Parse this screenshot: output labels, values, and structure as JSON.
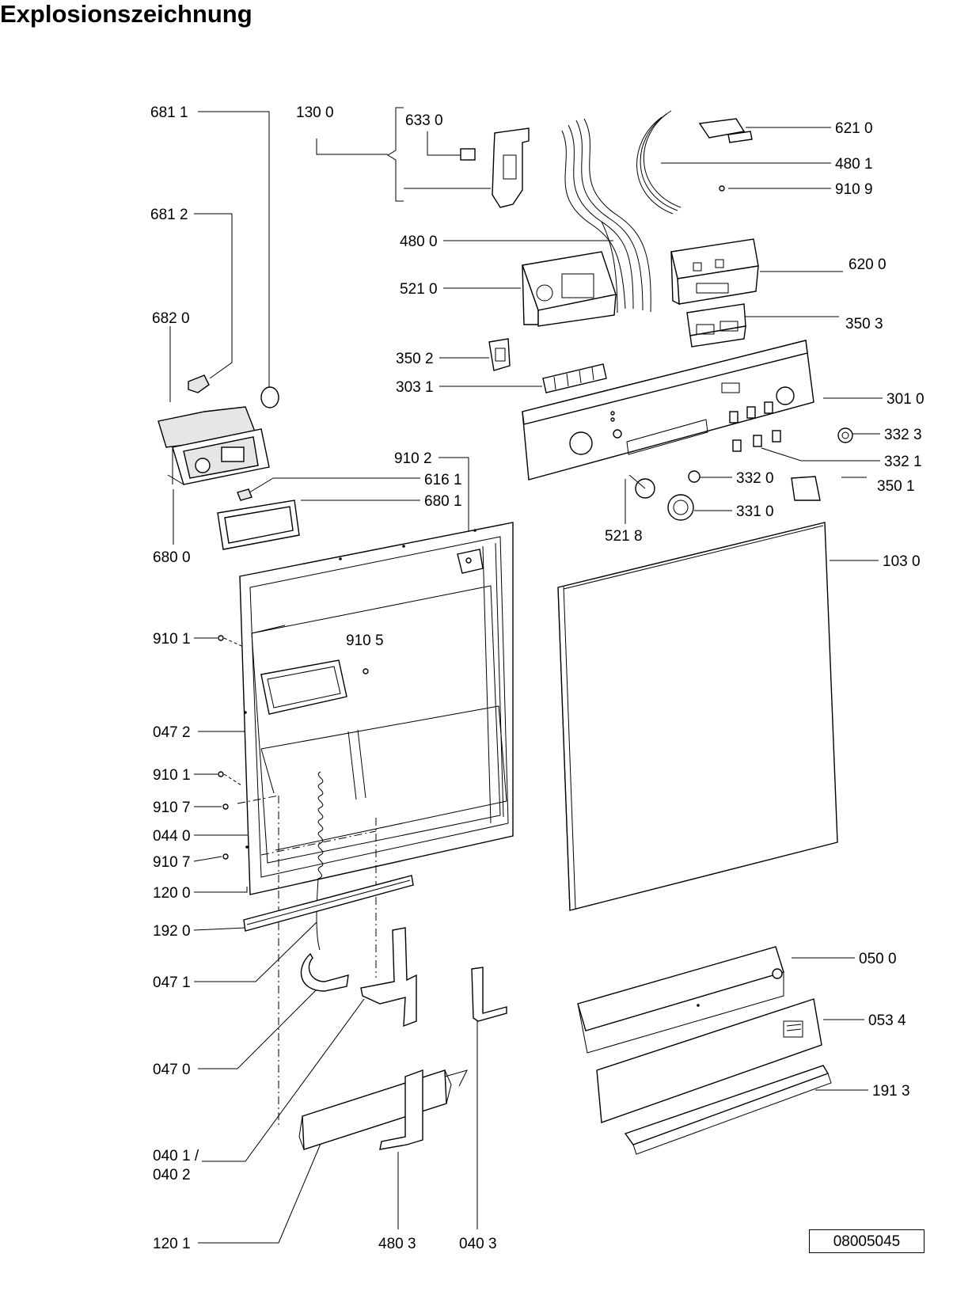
{
  "title": "Explosionszeichnung",
  "document_number": "08005045",
  "callouts": [
    {
      "id": "c6811",
      "text": "681 1"
    },
    {
      "id": "c1300",
      "text": "130 0"
    },
    {
      "id": "c6330",
      "text": "633 0"
    },
    {
      "id": "c6212",
      "text": "681 2"
    },
    {
      "id": "c6820",
      "text": "682 0"
    },
    {
      "id": "c4800",
      "text": "480 0"
    },
    {
      "id": "c5210",
      "text": "521 0"
    },
    {
      "id": "c3502",
      "text": "350 2"
    },
    {
      "id": "c3031",
      "text": "303 1"
    },
    {
      "id": "c9102",
      "text": "910 2"
    },
    {
      "id": "c6161",
      "text": "616 1"
    },
    {
      "id": "c6801",
      "text": "680 1"
    },
    {
      "id": "c6800",
      "text": "680 0"
    },
    {
      "id": "c6210",
      "text": "621 0"
    },
    {
      "id": "c4801",
      "text": "480 1"
    },
    {
      "id": "c9109",
      "text": "910 9"
    },
    {
      "id": "c6200",
      "text": "620 0"
    },
    {
      "id": "c3503",
      "text": "350 3"
    },
    {
      "id": "c3010",
      "text": "301 0"
    },
    {
      "id": "c3323",
      "text": "332 3"
    },
    {
      "id": "c3321",
      "text": "332 1"
    },
    {
      "id": "c3320",
      "text": "332 0"
    },
    {
      "id": "c3501",
      "text": "350 1"
    },
    {
      "id": "c3310",
      "text": "331 0"
    },
    {
      "id": "c5218",
      "text": "521 8"
    },
    {
      "id": "c1030",
      "text": "103 0"
    },
    {
      "id": "c9101a",
      "text": "910 1"
    },
    {
      "id": "c9105",
      "text": "910 5"
    },
    {
      "id": "c0472",
      "text": "047 2"
    },
    {
      "id": "c9101b",
      "text": "910 1"
    },
    {
      "id": "c9107a",
      "text": "910 7"
    },
    {
      "id": "c0440",
      "text": "044 0"
    },
    {
      "id": "c9107b",
      "text": "910 7"
    },
    {
      "id": "c1200",
      "text": "120 0"
    },
    {
      "id": "c1920",
      "text": "192 0"
    },
    {
      "id": "c0471",
      "text": "047 1"
    },
    {
      "id": "c0470",
      "text": "047 0"
    },
    {
      "id": "c0401",
      "text": "040 1 /"
    },
    {
      "id": "c0402",
      "text": "040 2"
    },
    {
      "id": "c1201",
      "text": "120 1"
    },
    {
      "id": "c4803",
      "text": "480 3"
    },
    {
      "id": "c0403",
      "text": "040 3"
    },
    {
      "id": "c0500",
      "text": "050 0"
    },
    {
      "id": "c0534",
      "text": "053 4"
    },
    {
      "id": "c1913",
      "text": "191 3"
    }
  ]
}
